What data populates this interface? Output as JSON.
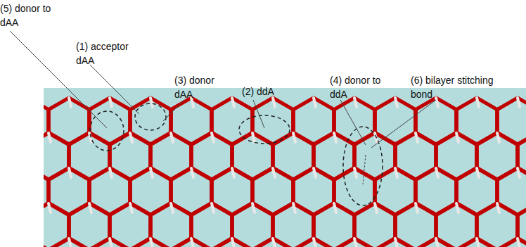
{
  "diagram": {
    "labels": [
      "(5) donor to dAA",
      "(1) acceptor dAA",
      "(3) donor dAA",
      "(2) ddA",
      "(4) donor to ddA",
      "(6) bilayer stitching bond"
    ]
  }
}
